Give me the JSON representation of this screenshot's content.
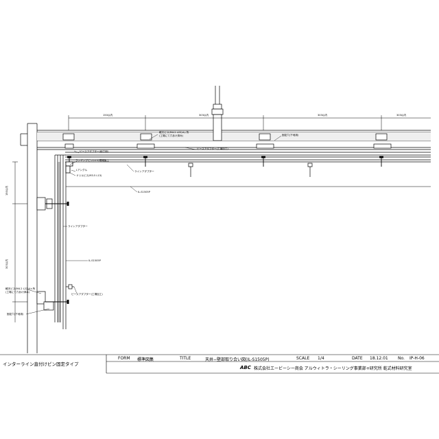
{
  "title_block": {
    "form_label": "FORM",
    "form_value": "標準図集",
    "title_label": "TITLE",
    "title_value": "天井−壁部取り合い図(IL-S1505P)",
    "scale_label": "SCALE",
    "scale_value": "1/4",
    "date_label": "DATE",
    "date_value": "18.12.01",
    "no_label": "No.",
    "no_value": "IP-H-06",
    "company": "株式会社エービーシー商会 アルウィトラ・シーリング事業部+研究所 乾式材料研究室",
    "drawing_name": "インターライン直付けピン固定タイプ"
  },
  "dimensions": {
    "d150": "150以内",
    "d303a": "303以内",
    "d303b": "303以内",
    "d303c": "303以内",
    "vd150": "150以内",
    "vd303": "303以内"
  },
  "annotations": {
    "clip_top": "軽天ビス(M4.2 L22)4ヶ所",
    "clip_top_note": "(工場にて穴あけ済み)",
    "piece_hole_top": "ピースアダプター(組立用)",
    "piece_adapter_top": "ピースアダプター(工場加工)",
    "fixing_hole": "固定穴(下地用)",
    "lining_label": "ランギングピン(L15)現場施工",
    "l_angle": "Lアングル",
    "drill_screw": "ドリルビス(M3.5 L13)",
    "line_adapter_h": "ラインアダプター",
    "il_h": "IL-S1505P",
    "line_adapter_v": "ラインアダプター",
    "il_v": "IL-S1505P",
    "clip_wall": "軽天ビス(M4.2 L22)4ヶ所",
    "clip_wall_note": "(工場にて穴あけ済み)",
    "piece_adapter_wall": "ピースアダプター(工場加工)",
    "fixing_hole_wall": "固定穴(下地用)"
  },
  "logo_text": "ABC"
}
